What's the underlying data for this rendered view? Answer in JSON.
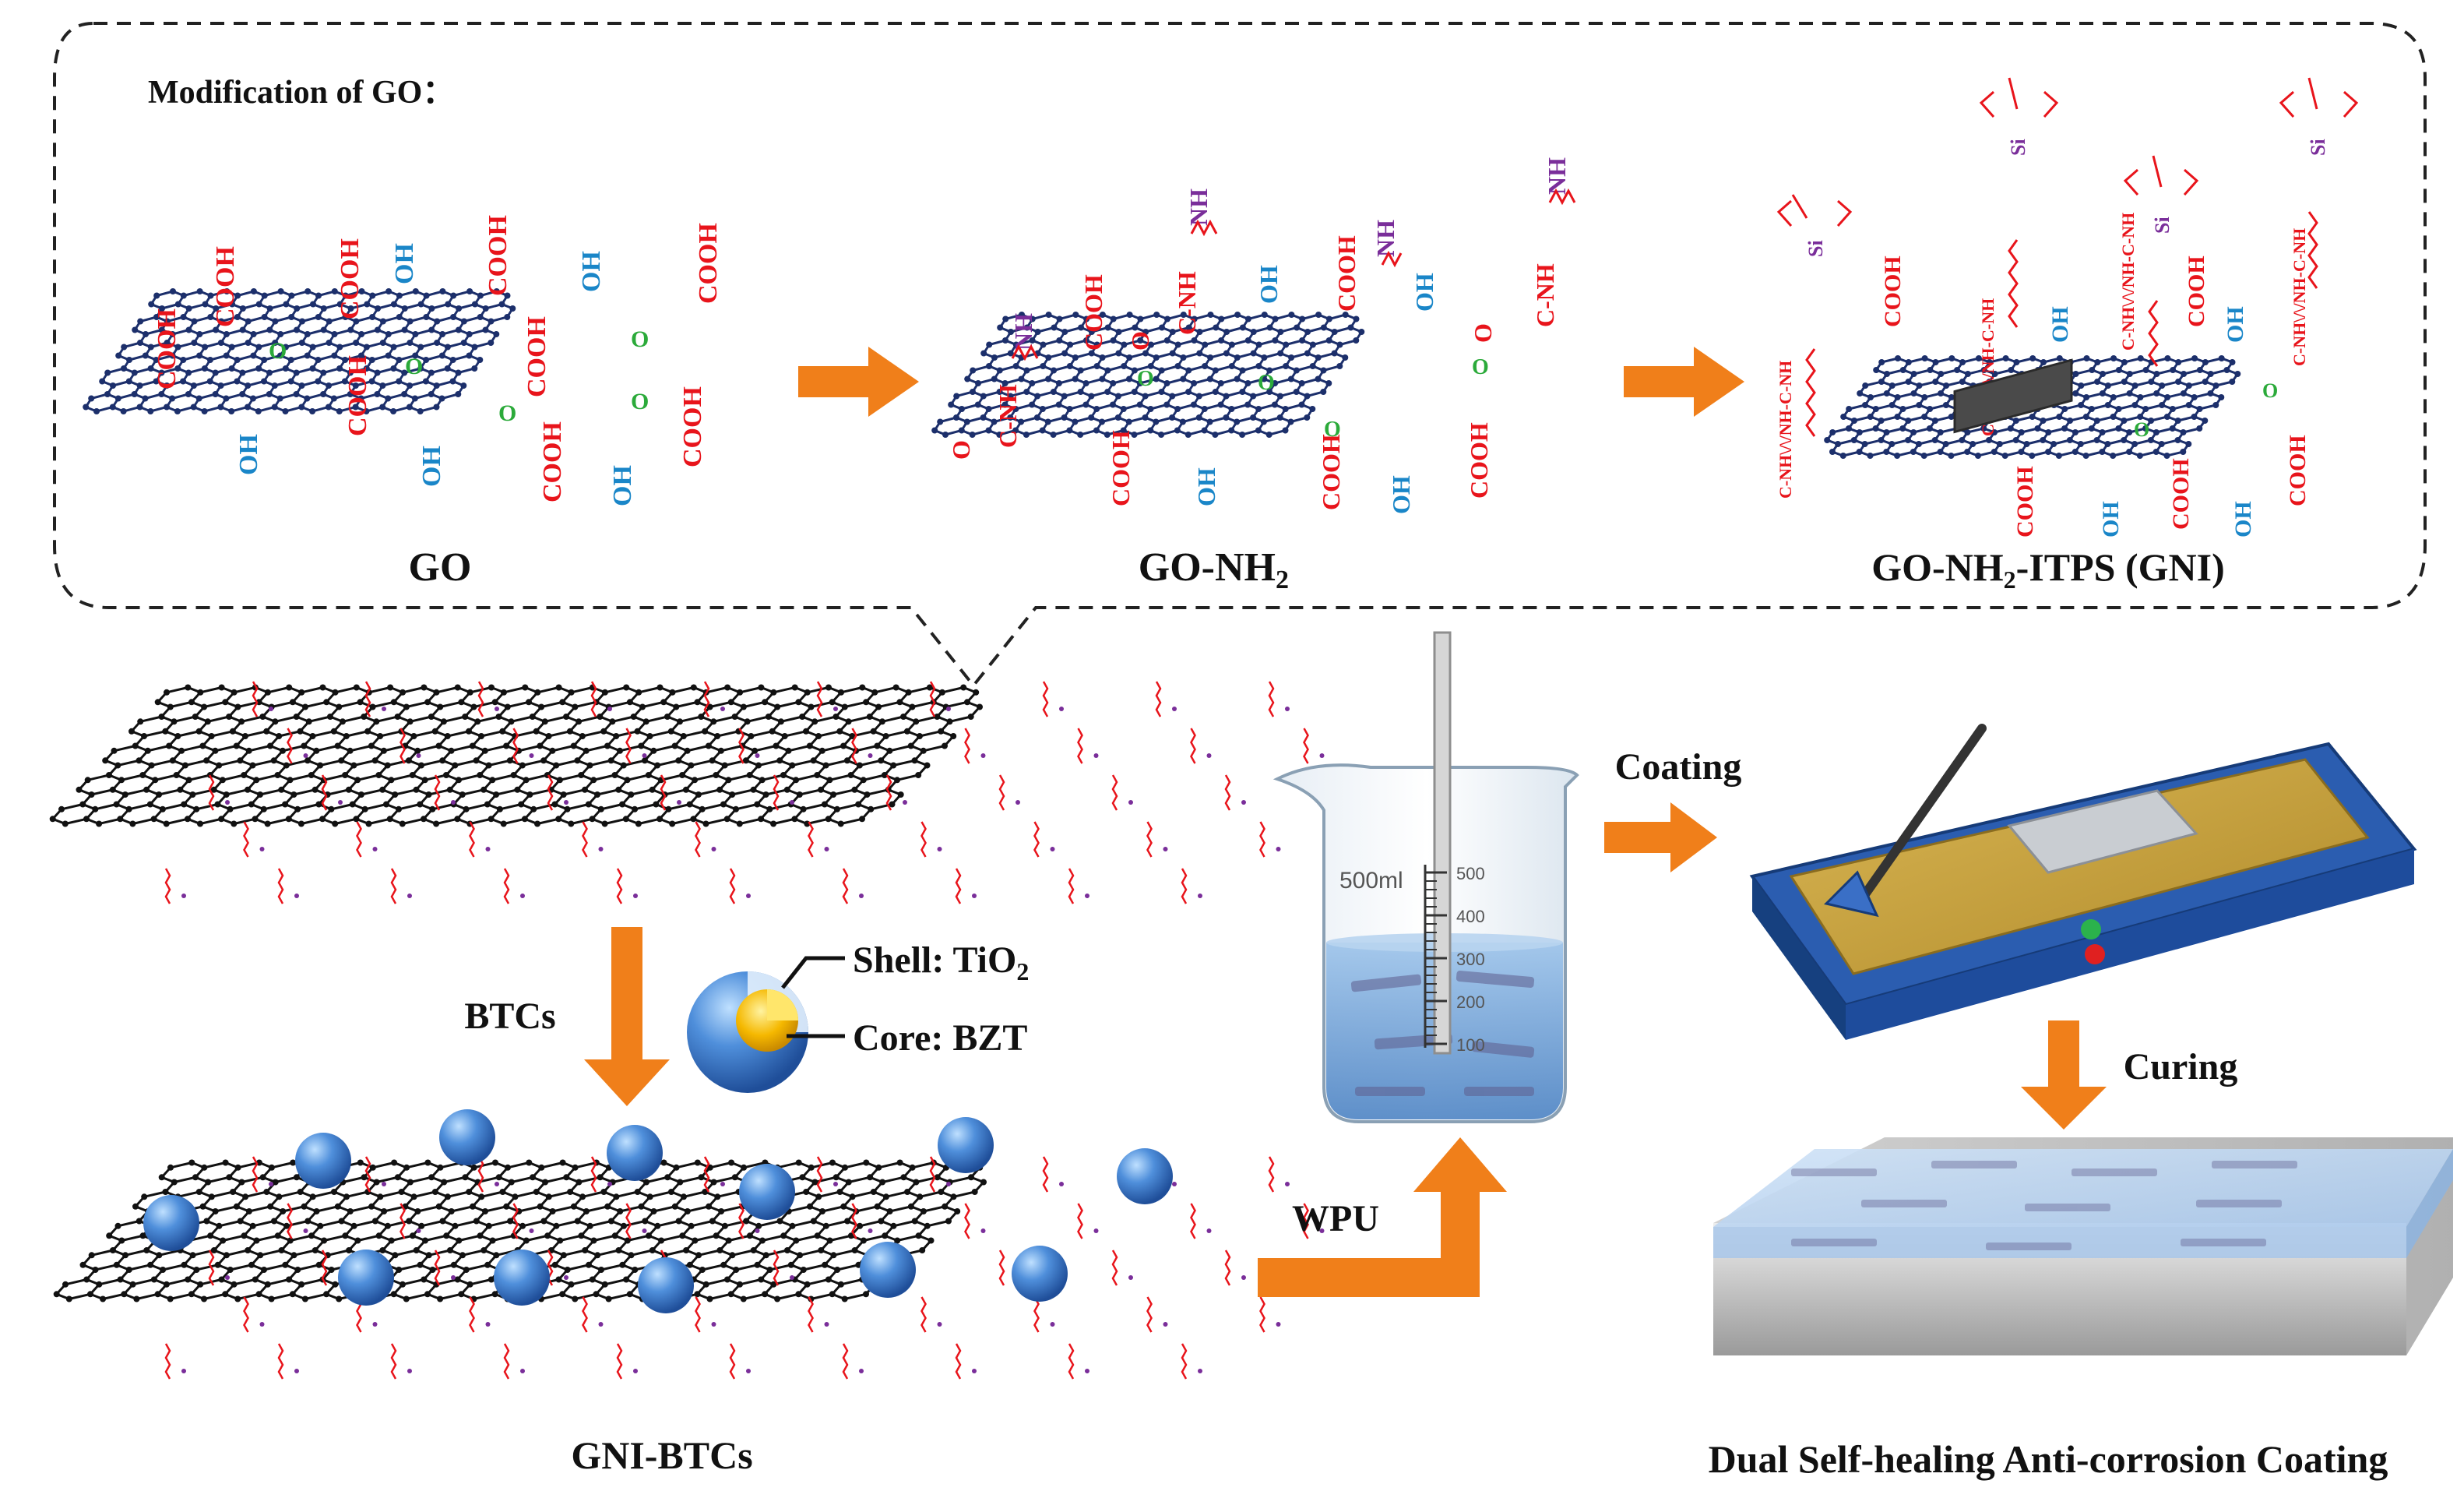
{
  "title": "Modification of GO：",
  "structures": {
    "go": {
      "label": "GO"
    },
    "go_nh2": {
      "label_main": "GO-NH",
      "label_sub": "2"
    },
    "gni": {
      "label_a": "GO-NH",
      "label_sub": "2",
      "label_b": "-ITPS (GNI)"
    }
  },
  "groups": {
    "cooh": "COOH",
    "oh": "OH",
    "nh2_main": "NH",
    "nh2_sub": "2",
    "cnh": "C-NH",
    "o": "O",
    "epoxide": "O",
    "si": "Si",
    "cnh_chain": "C-NH\\/\\/NH-C-NH"
  },
  "core_shell": {
    "shell_label": "Shell: TiO",
    "shell_sub": "2",
    "core_label": "Core: BZT"
  },
  "steps": {
    "btcs": "BTCs",
    "wpu": "WPU",
    "coating": "Coating",
    "curing": "Curing"
  },
  "beaker": {
    "volume": "500ml",
    "ticks": [
      "500",
      "400",
      "300",
      "200",
      "100"
    ]
  },
  "products": {
    "gni_btcs": "GNI-BTCs",
    "final": "Dual Self-healing Anti-corrosion Coating"
  },
  "colors": {
    "arrow": "#F07F1A",
    "lattice": "#1C2F6B",
    "cooh": "#E8141B",
    "oh": "#1A86C8",
    "amine": "#7A2E9A",
    "epoxide": "#2BAA3A",
    "sphere": "#3D7FD0",
    "core": "#F5B800",
    "device": "#1E4C9C",
    "plate": "#C8A33F"
  }
}
